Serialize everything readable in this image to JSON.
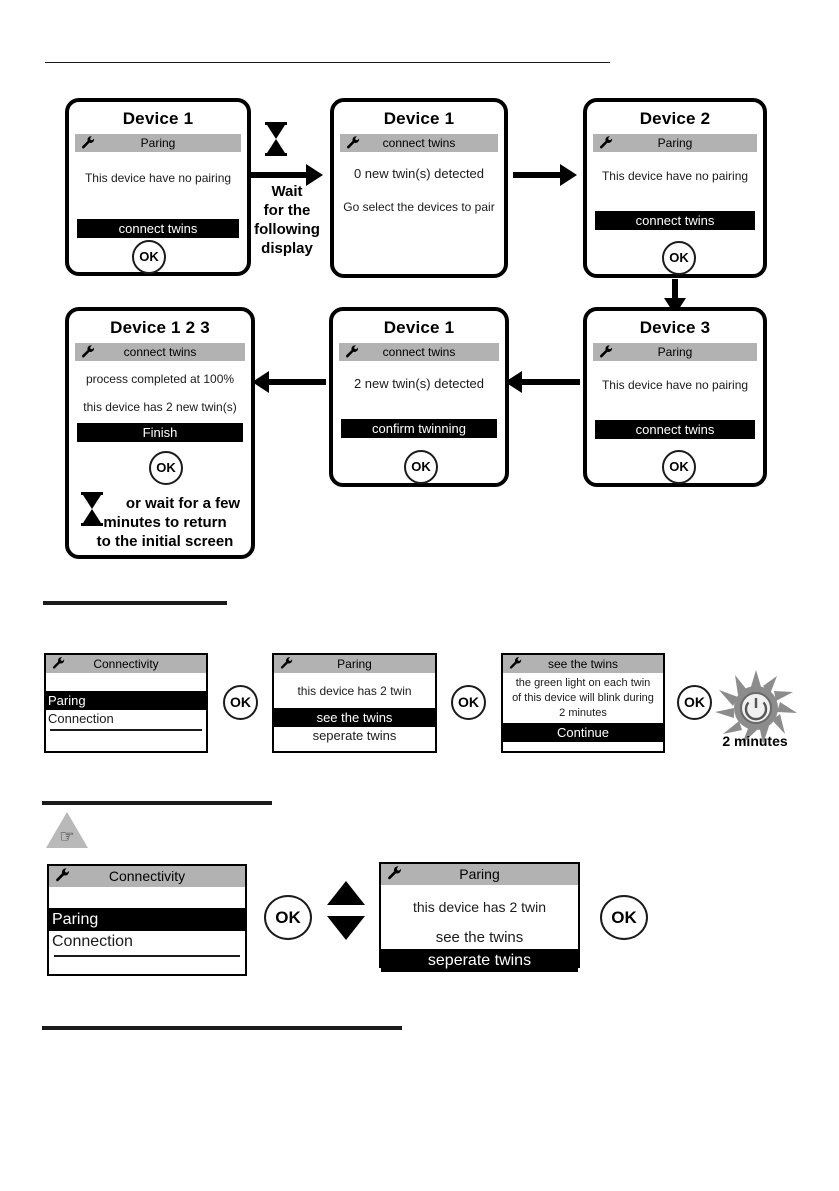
{
  "page": {
    "bg_color": "#ffffff",
    "ink_color": "#1b1b1b",
    "header_bar_color": "#b2b2b2",
    "highlight_bar_color": "#000000",
    "warning_triangle_color": "#b9b9b9"
  },
  "icons": {
    "wrench": "wrench-icon",
    "hourglass": "hourglass-icon",
    "warning_triangle": "warning-triangle-icon",
    "sunburst_timer": "sunburst-timer-icon",
    "power": "power-icon",
    "arrow_right": "arrow-right-icon",
    "arrow_left": "arrow-left-icon",
    "arrow_down": "arrow-down-icon",
    "triangle_up": "triangle-up-icon",
    "triangle_down": "triangle-down-icon"
  },
  "flow_pairing": {
    "step1": {
      "title": "Device 1",
      "header": "Paring",
      "body1": "This device have no pairing",
      "action": "connect twins",
      "ok": "OK"
    },
    "wait_caption": "Wait\nfor the\nfollowing\ndisplay",
    "wait_caption_lines": [
      "Wait",
      "for the",
      "following",
      "display"
    ],
    "step2": {
      "title": "Device 1",
      "header": "connect twins",
      "body1": "0  new  twin(s)  detected",
      "body2": "Go select the devices to pair"
    },
    "step3": {
      "title": "Device 2",
      "header": "Paring",
      "body1": "This device have no pairing",
      "action": "connect twins",
      "ok": "OK"
    },
    "step4": {
      "title": "Device 3",
      "header": "Paring",
      "body1": "This device have no pairing",
      "action": "connect twins",
      "ok": "OK"
    },
    "step5": {
      "title": "Device 1",
      "header": "connect twins",
      "body1": "2  new  twin(s)  detected",
      "action": "confirm twinning",
      "ok": "OK"
    },
    "step6": {
      "title": "Device 1 2 3",
      "header": "connect twins",
      "body1": "process completed at 100%",
      "body2": "this device has 2 new twin(s)",
      "action": "Finish",
      "ok": "OK",
      "note_lines": [
        "or wait for a few",
        "minutes to return",
        "to the initial screen"
      ]
    }
  },
  "flow_see_twins": {
    "screen1": {
      "header": "Connectivity",
      "items": [
        "Paring",
        "Connection"
      ],
      "selected_index": 0
    },
    "ok1": "OK",
    "screen2": {
      "header": "Paring",
      "body1": "this device has 2 twin",
      "items": [
        "see the twins",
        "seperate twins"
      ],
      "selected_index": 0
    },
    "ok2": "OK",
    "screen3": {
      "header": "see the twins",
      "body_lines": [
        "the green light on each twin",
        "of this device will blink during",
        "2 minutes"
      ],
      "action": "Continue"
    },
    "ok3": "OK",
    "timer_label": "2 minutes"
  },
  "flow_separate_twins": {
    "screen1": {
      "header": "Connectivity",
      "items": [
        "Paring",
        "Connection"
      ],
      "selected_index": 0
    },
    "ok1": "OK",
    "screen2": {
      "header": "Paring",
      "body1": "this device has 2 twin",
      "items": [
        "see the twins",
        "seperate twins"
      ],
      "selected_index": 1
    },
    "ok2": "OK"
  }
}
